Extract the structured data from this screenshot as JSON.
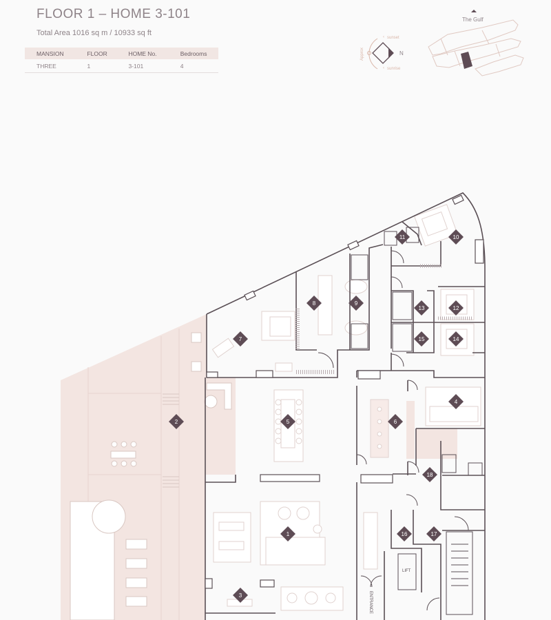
{
  "header": {
    "title": "FLOOR 1 – HOME 3-101",
    "subtitle": "Total Area 1016 sq m / 10933 sq ft"
  },
  "info_table": {
    "headers": [
      "MANSION",
      "FLOOR",
      "HOME No.",
      "Bedrooms"
    ],
    "row": [
      "THREE",
      "1",
      "3-101",
      "4"
    ]
  },
  "orientation": {
    "north_label": "N",
    "sunset_label": "sunset",
    "sunrise_label": "sunrise",
    "side_label": "Approx"
  },
  "key_plan": {
    "label": "The Gulf",
    "highlight_color": "#5e4c55"
  },
  "plan": {
    "room_markers": [
      "1",
      "2",
      "3",
      "4",
      "5",
      "6",
      "7",
      "8",
      "9",
      "10",
      "11",
      "12",
      "13",
      "14",
      "15",
      "16",
      "17",
      "18"
    ],
    "lift_label": "LIFT",
    "entrance_label": "ENTRANCE"
  },
  "colors": {
    "wall": "#5a4f55",
    "terrace": "#f2e3df",
    "marker": "#5e4c55",
    "text": "#8e8388"
  }
}
